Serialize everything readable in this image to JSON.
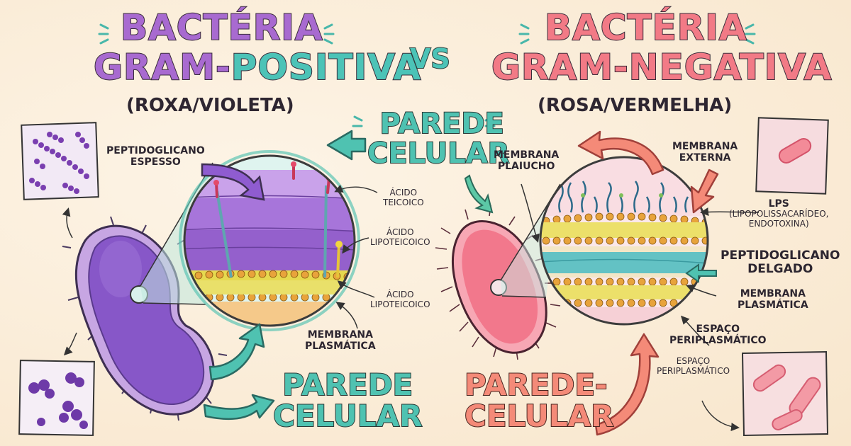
{
  "left": {
    "title_line1": "BACTÉRIA",
    "title_line2_a": "GRAM-",
    "title_line2_b": "POSITIVA",
    "subtitle": "(ROXA/VIOLETA)",
    "labels": {
      "peptidoglycan": [
        "PEPTIDOGLICANO",
        "ESPESSO"
      ],
      "teichoic": [
        "ÁCIDO",
        "TEICOICO"
      ],
      "lipoteichoic_1": [
        "ÁCIDO",
        "LIPOTEICOICO"
      ],
      "lipoteichoic_2": [
        "ÁCIDO",
        "LIPOTEICOICO"
      ],
      "plasma_membrane": [
        "MEMBRANA",
        "PLASMÁTICA"
      ]
    },
    "wall_label": [
      "PAREDE",
      "CELULAR"
    ],
    "colors": {
      "title": "#a86ad0",
      "title_accent": "#4cc3b7",
      "cell": "#8b5fc8"
    }
  },
  "vs": "VS",
  "center_wall_label": [
    "PAREDE",
    "CELULAR"
  ],
  "right": {
    "title_line1": "BACTÉRIA",
    "title_line2": "GRAM-NEGATIVA",
    "subtitle": "(ROSA/VERMELHA)",
    "labels": {
      "plasma_membrane_typo": [
        "MEMBRANA",
        "PLAIUCHO"
      ],
      "outer_membrane": [
        "MEMBRANA",
        "EXTERNA"
      ],
      "lps": [
        "LPS",
        "(LIPOPOLISSACARÍDEO,",
        "ENDOTOXINA)"
      ],
      "peptidoglycan": [
        "PEPTIDOGLICANO",
        "DELGADO"
      ],
      "plasma_membrane": [
        "MEMBRANA",
        "PLASMÁTICA"
      ],
      "periplasmic_1": [
        "ESPAÇO",
        "PERIPLASMÁTICO"
      ],
      "periplasmic_2": [
        "ESPAÇO",
        "PERIPLASMÁTICO"
      ]
    },
    "wall_label": [
      "PAREDE-",
      "CELULAR"
    ],
    "colors": {
      "title": "#f27a86",
      "cell": "#f07a8a"
    }
  }
}
